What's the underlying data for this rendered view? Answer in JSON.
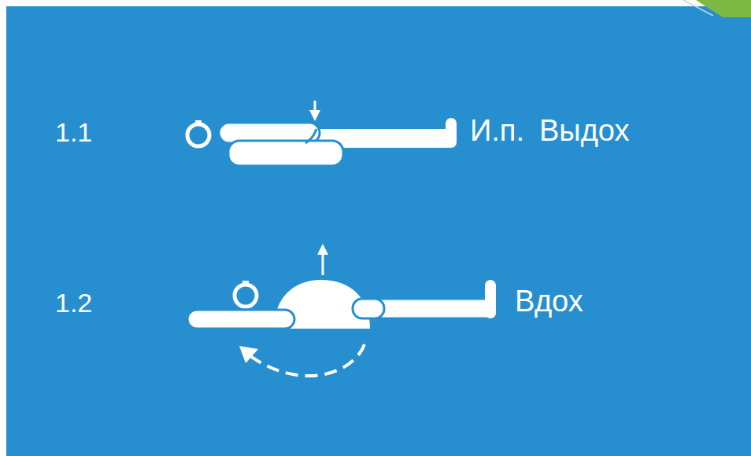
{
  "diagram": {
    "labels": [
      "1.1",
      "И.п.",
      "Выдох",
      "1.2",
      "Вдох"
    ]
  }
}
